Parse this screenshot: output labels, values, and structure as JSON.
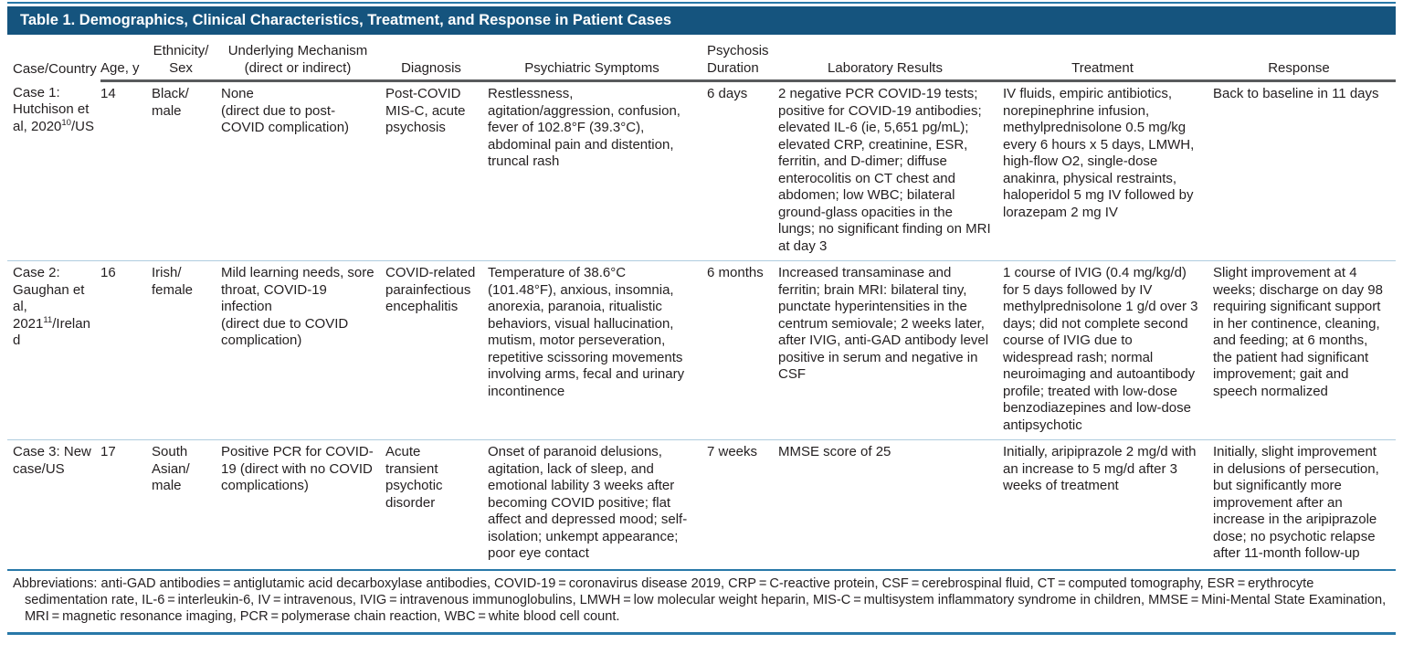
{
  "title": "Table 1. Demographics, Clinical Characteristics, Treatment, and Response in Patient Cases",
  "colors": {
    "title_bar_background": "#15547E",
    "title_text": "#FFFFFF",
    "blue_rule": "#2878A8",
    "header_rule": "#595B5D",
    "row_separator": "#AFCDDF",
    "body_text": "#231F20"
  },
  "columns": [
    "Case/Country",
    "Age, y",
    "Ethnicity/\nSex",
    "Underlying Mechanism\n(direct or indirect)",
    "Diagnosis",
    "Psychiatric Symptoms",
    "Psychosis\nDuration",
    "Laboratory Results",
    "Treatment",
    "Response"
  ],
  "rows": [
    {
      "case_prefix": "Case 1: Hutchison et al, 2020",
      "case_ref": "10",
      "case_suffix": "/US",
      "age": "14",
      "ethnicity": "Black/\nmale",
      "mechanism": "None\n(direct due to post-COVID complication)",
      "diagnosis": "Post-COVID MIS-C, acute psychosis",
      "symptoms": "Restlessness, agitation/aggression, confusion, fever of 102.8°F (39.3°C), abdominal pain and distention, truncal rash",
      "duration": "6 days",
      "lab": "2 negative PCR COVID-19 tests; positive for COVID-19 antibodies; elevated IL-6 (ie, 5,651 pg/mL); elevated CRP, creatinine, ESR, ferritin, and D-dimer; diffuse enterocolitis on CT chest and abdomen; low WBC; bilateral ground-glass opacities in the lungs; no significant finding on MRI at day 3",
      "treatment": "IV fluids, empiric antibiotics, norepinephrine infusion, methylprednisolone 0.5 mg/kg every 6 hours x 5 days, LMWH, high-flow O2, single-dose anakinra, physical restraints, haloperidol 5 mg IV followed by lorazepam 2 mg IV",
      "response": "Back to baseline in 11 days"
    },
    {
      "case_prefix": "Case 2: Gaughan et al, 2021",
      "case_ref": "11",
      "case_suffix": "/Ireland",
      "age": "16",
      "ethnicity": "Irish/\nfemale",
      "mechanism": "Mild learning needs, sore throat, COVID-19 infection\n(direct due to COVID complication)",
      "diagnosis": "COVID-related parainfectious encephalitis",
      "symptoms": "Temperature of 38.6°C (101.48°F), anxious, insomnia, anorexia, paranoia, ritualistic behaviors, visual hallucination, mutism, motor perseveration, repetitive scissoring movements involving arms, fecal and urinary incontinence",
      "duration": "6 months",
      "lab": "Increased transaminase and ferritin; brain MRI: bilateral tiny, punctate hyperintensities in the centrum semiovale; 2 weeks later, after IVIG, anti-GAD antibody level positive in serum and negative in CSF",
      "treatment": "1 course of IVIG (0.4 mg/kg/d) for 5 days followed by IV methylprednisolone 1 g/d over 3 days; did not complete second course of IVIG due to widespread rash; normal neuroimaging and autoantibody profile; treated with low-dose benzodiazepines and low-dose antipsychotic",
      "response": "Slight improvement at 4 weeks; discharge on day 98 requiring significant support in her continence, cleaning, and feeding; at 6 months, the patient had significant improvement; gait and speech normalized"
    },
    {
      "case_prefix": "Case 3: New case/US",
      "case_ref": "",
      "case_suffix": "",
      "age": "17",
      "ethnicity": "South Asian/\nmale",
      "mechanism": "Positive PCR for COVID-19 (direct with no COVID complications)",
      "diagnosis": "Acute transient psychotic disorder",
      "symptoms": "Onset of paranoid delusions, agitation, lack of sleep, and emotional lability 3 weeks after becoming COVID positive; flat affect and depressed mood; self-isolation; unkempt appearance; poor eye contact",
      "duration": "7 weeks",
      "lab": "MMSE score of 25",
      "treatment": "Initially, aripiprazole 2 mg/d with an increase to 5 mg/d after 3 weeks of treatment",
      "response": "Initially, slight improvement in delusions of persecution, but significantly more improvement after an increase in the aripiprazole dose; no psychotic relapse after 11-month follow-up"
    }
  ],
  "footer": {
    "abbreviations": "Abbreviations: anti-GAD antibodies = antiglutamic acid decarboxylase antibodies, COVID-19 = coronavirus disease 2019, CRP = C-reactive protein, CSF = cerebrospinal fluid, CT = computed tomography, ESR = erythrocyte sedimentation rate, IL-6 = interleukin-6, IV = intravenous, IVIG = intravenous immunoglobulins, LMWH = low molecular weight heparin, MIS-C = multisystem inflammatory syndrome in children, MMSE = Mini-Mental State Examination, MRI = magnetic resonance imaging, PCR = polymerase chain reaction, WBC = white blood cell count."
  }
}
